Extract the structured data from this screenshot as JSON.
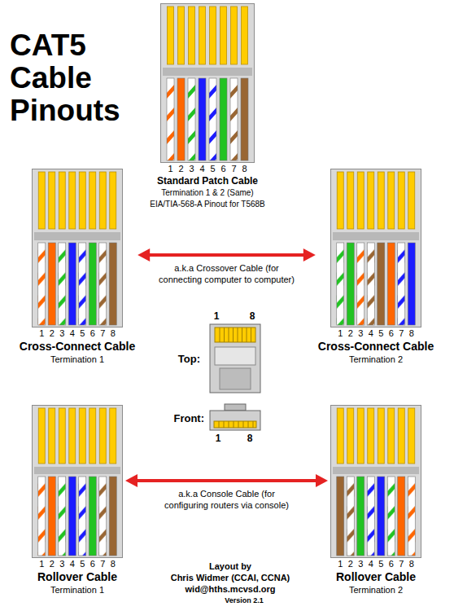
{
  "diagram": {
    "title": "CAT5 Cable Pinouts",
    "nodes": [
      {
        "text": [
          "1 2 3 4 5 6 7 8",
          "Standard Patch Cable",
          "Termination 1 & 2 (Same)",
          "EIA/TIA-568-A Pinout for T568B"
        ]
      },
      {
        "text": [
          "1 2 3 4 5 6 7 8",
          "Cross-Connect Cable",
          "Termination 1"
        ]
      },
      {
        "text": [
          "1 2 3 4 5 6 7 8",
          "Cross-Connect Cable",
          "Termination 2"
        ]
      },
      {
        "text": [
          "1 2 3 4 5 6 7 8",
          "Rollover Cable",
          "Termination 1"
        ]
      },
      {
        "text": [
          "1 2 3 4 5 6 7 8",
          "Rollover Cable",
          "Termination 2"
        ]
      }
    ],
    "edges": [
      {
        "from": 1,
        "to": 2,
        "arrow": "both",
        "label": "a.k.a Crossover Cable (for connecting computer to computer)"
      },
      {
        "from": 3,
        "to": 4,
        "arrow": "both",
        "label": "a.k.a Console Cable (for configuring routers via console)"
      }
    ],
    "labels": [
      "1",
      "8",
      "Top:",
      "Front:",
      "1",
      "8",
      "Layout by",
      "Chris Widmer (CCAI, CCNA)",
      "wid@hths.mcvsd.org",
      "Version 2.1"
    ]
  }
}
